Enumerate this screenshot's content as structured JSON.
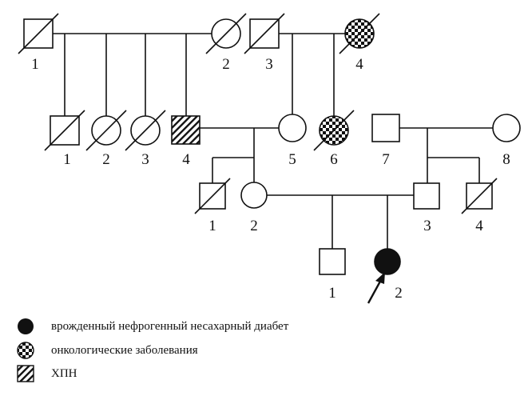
{
  "pedigree": {
    "generations": [
      {
        "individuals": [
          {
            "id": "I-1",
            "label": "1",
            "sex": "male",
            "deceased": true,
            "fill": "none"
          },
          {
            "id": "I-2",
            "label": "2",
            "sex": "female",
            "deceased": true,
            "fill": "none"
          },
          {
            "id": "I-3",
            "label": "3",
            "sex": "male",
            "deceased": true,
            "fill": "none"
          },
          {
            "id": "I-4",
            "label": "4",
            "sex": "female",
            "deceased": true,
            "fill": "dotted"
          }
        ]
      },
      {
        "individuals": [
          {
            "id": "II-1",
            "label": "1",
            "sex": "male",
            "deceased": true,
            "fill": "none"
          },
          {
            "id": "II-2",
            "label": "2",
            "sex": "female",
            "deceased": true,
            "fill": "none"
          },
          {
            "id": "II-3",
            "label": "3",
            "sex": "female",
            "deceased": true,
            "fill": "none"
          },
          {
            "id": "II-4",
            "label": "4",
            "sex": "male",
            "deceased": false,
            "fill": "hatched"
          },
          {
            "id": "II-5",
            "label": "5",
            "sex": "female",
            "deceased": false,
            "fill": "none"
          },
          {
            "id": "II-6",
            "label": "6",
            "sex": "female",
            "deceased": true,
            "fill": "dotted"
          },
          {
            "id": "II-7",
            "label": "7",
            "sex": "male",
            "deceased": false,
            "fill": "none"
          },
          {
            "id": "II-8",
            "label": "8",
            "sex": "female",
            "deceased": false,
            "fill": "none"
          }
        ]
      },
      {
        "individuals": [
          {
            "id": "III-1",
            "label": "1",
            "sex": "male",
            "deceased": true,
            "fill": "none"
          },
          {
            "id": "III-2",
            "label": "2",
            "sex": "female",
            "deceased": false,
            "fill": "none"
          },
          {
            "id": "III-3",
            "label": "3",
            "sex": "male",
            "deceased": false,
            "fill": "none"
          },
          {
            "id": "III-4",
            "label": "4",
            "sex": "male",
            "deceased": true,
            "fill": "none"
          }
        ]
      },
      {
        "individuals": [
          {
            "id": "IV-1",
            "label": "1",
            "sex": "male",
            "deceased": false,
            "fill": "none"
          },
          {
            "id": "IV-2",
            "label": "2",
            "sex": "female",
            "deceased": false,
            "fill": "solid",
            "proband": true
          }
        ]
      }
    ]
  },
  "legend": [
    {
      "symbol": "solid",
      "text": "врожденный нефрогенный несахарный диабет"
    },
    {
      "symbol": "dotted",
      "text": "онкологические заболевания"
    },
    {
      "symbol": "hatched",
      "text": "ХПН"
    }
  ],
  "colors": {
    "ink": "#111111",
    "background": "#ffffff"
  }
}
